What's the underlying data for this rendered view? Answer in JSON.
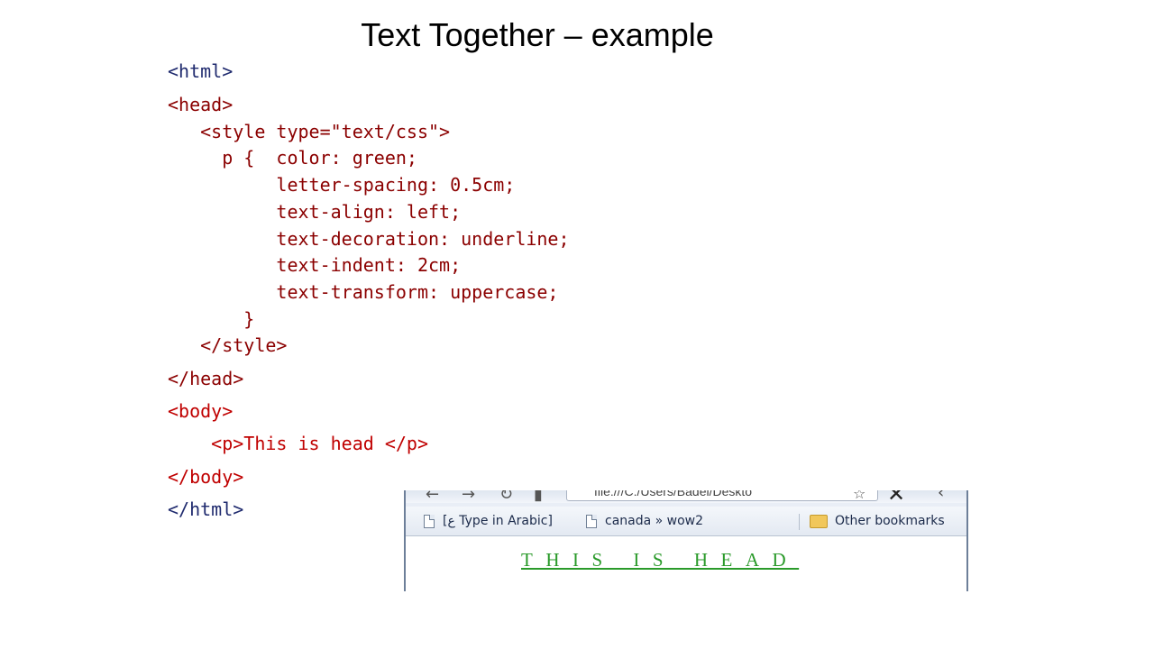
{
  "title": "Text Together – example",
  "code": {
    "html_open": "<html>",
    "head_open": "<head>",
    "style_open": "   <style type=\"text/css\">",
    "css_lines": [
      "     p {  color: green;",
      "          letter-spacing: 0.5cm;",
      "          text-align: left;",
      "          text-decoration: underline;",
      "          text-indent: 2cm;",
      "          text-transform: uppercase;",
      "       }"
    ],
    "style_close": "   </style>",
    "head_close": "</head>",
    "body_open": "<body>",
    "p_line": "    <p>This is head </p>",
    "body_close": "</body>",
    "html_close": "</html>"
  },
  "browser": {
    "address": "file:///C:/Users/Badel/Deskto",
    "bookmarks": {
      "item1": "[ع Type in Arabic]",
      "item2": "canada » wow2",
      "other": "Other bookmarks"
    },
    "rendered_text": "This is head"
  },
  "colors": {
    "navy_tags": "#1f2a6e",
    "red_tags": "#c00000",
    "css_text": "#8b0000",
    "rendered_green": "#2a9a2a"
  }
}
